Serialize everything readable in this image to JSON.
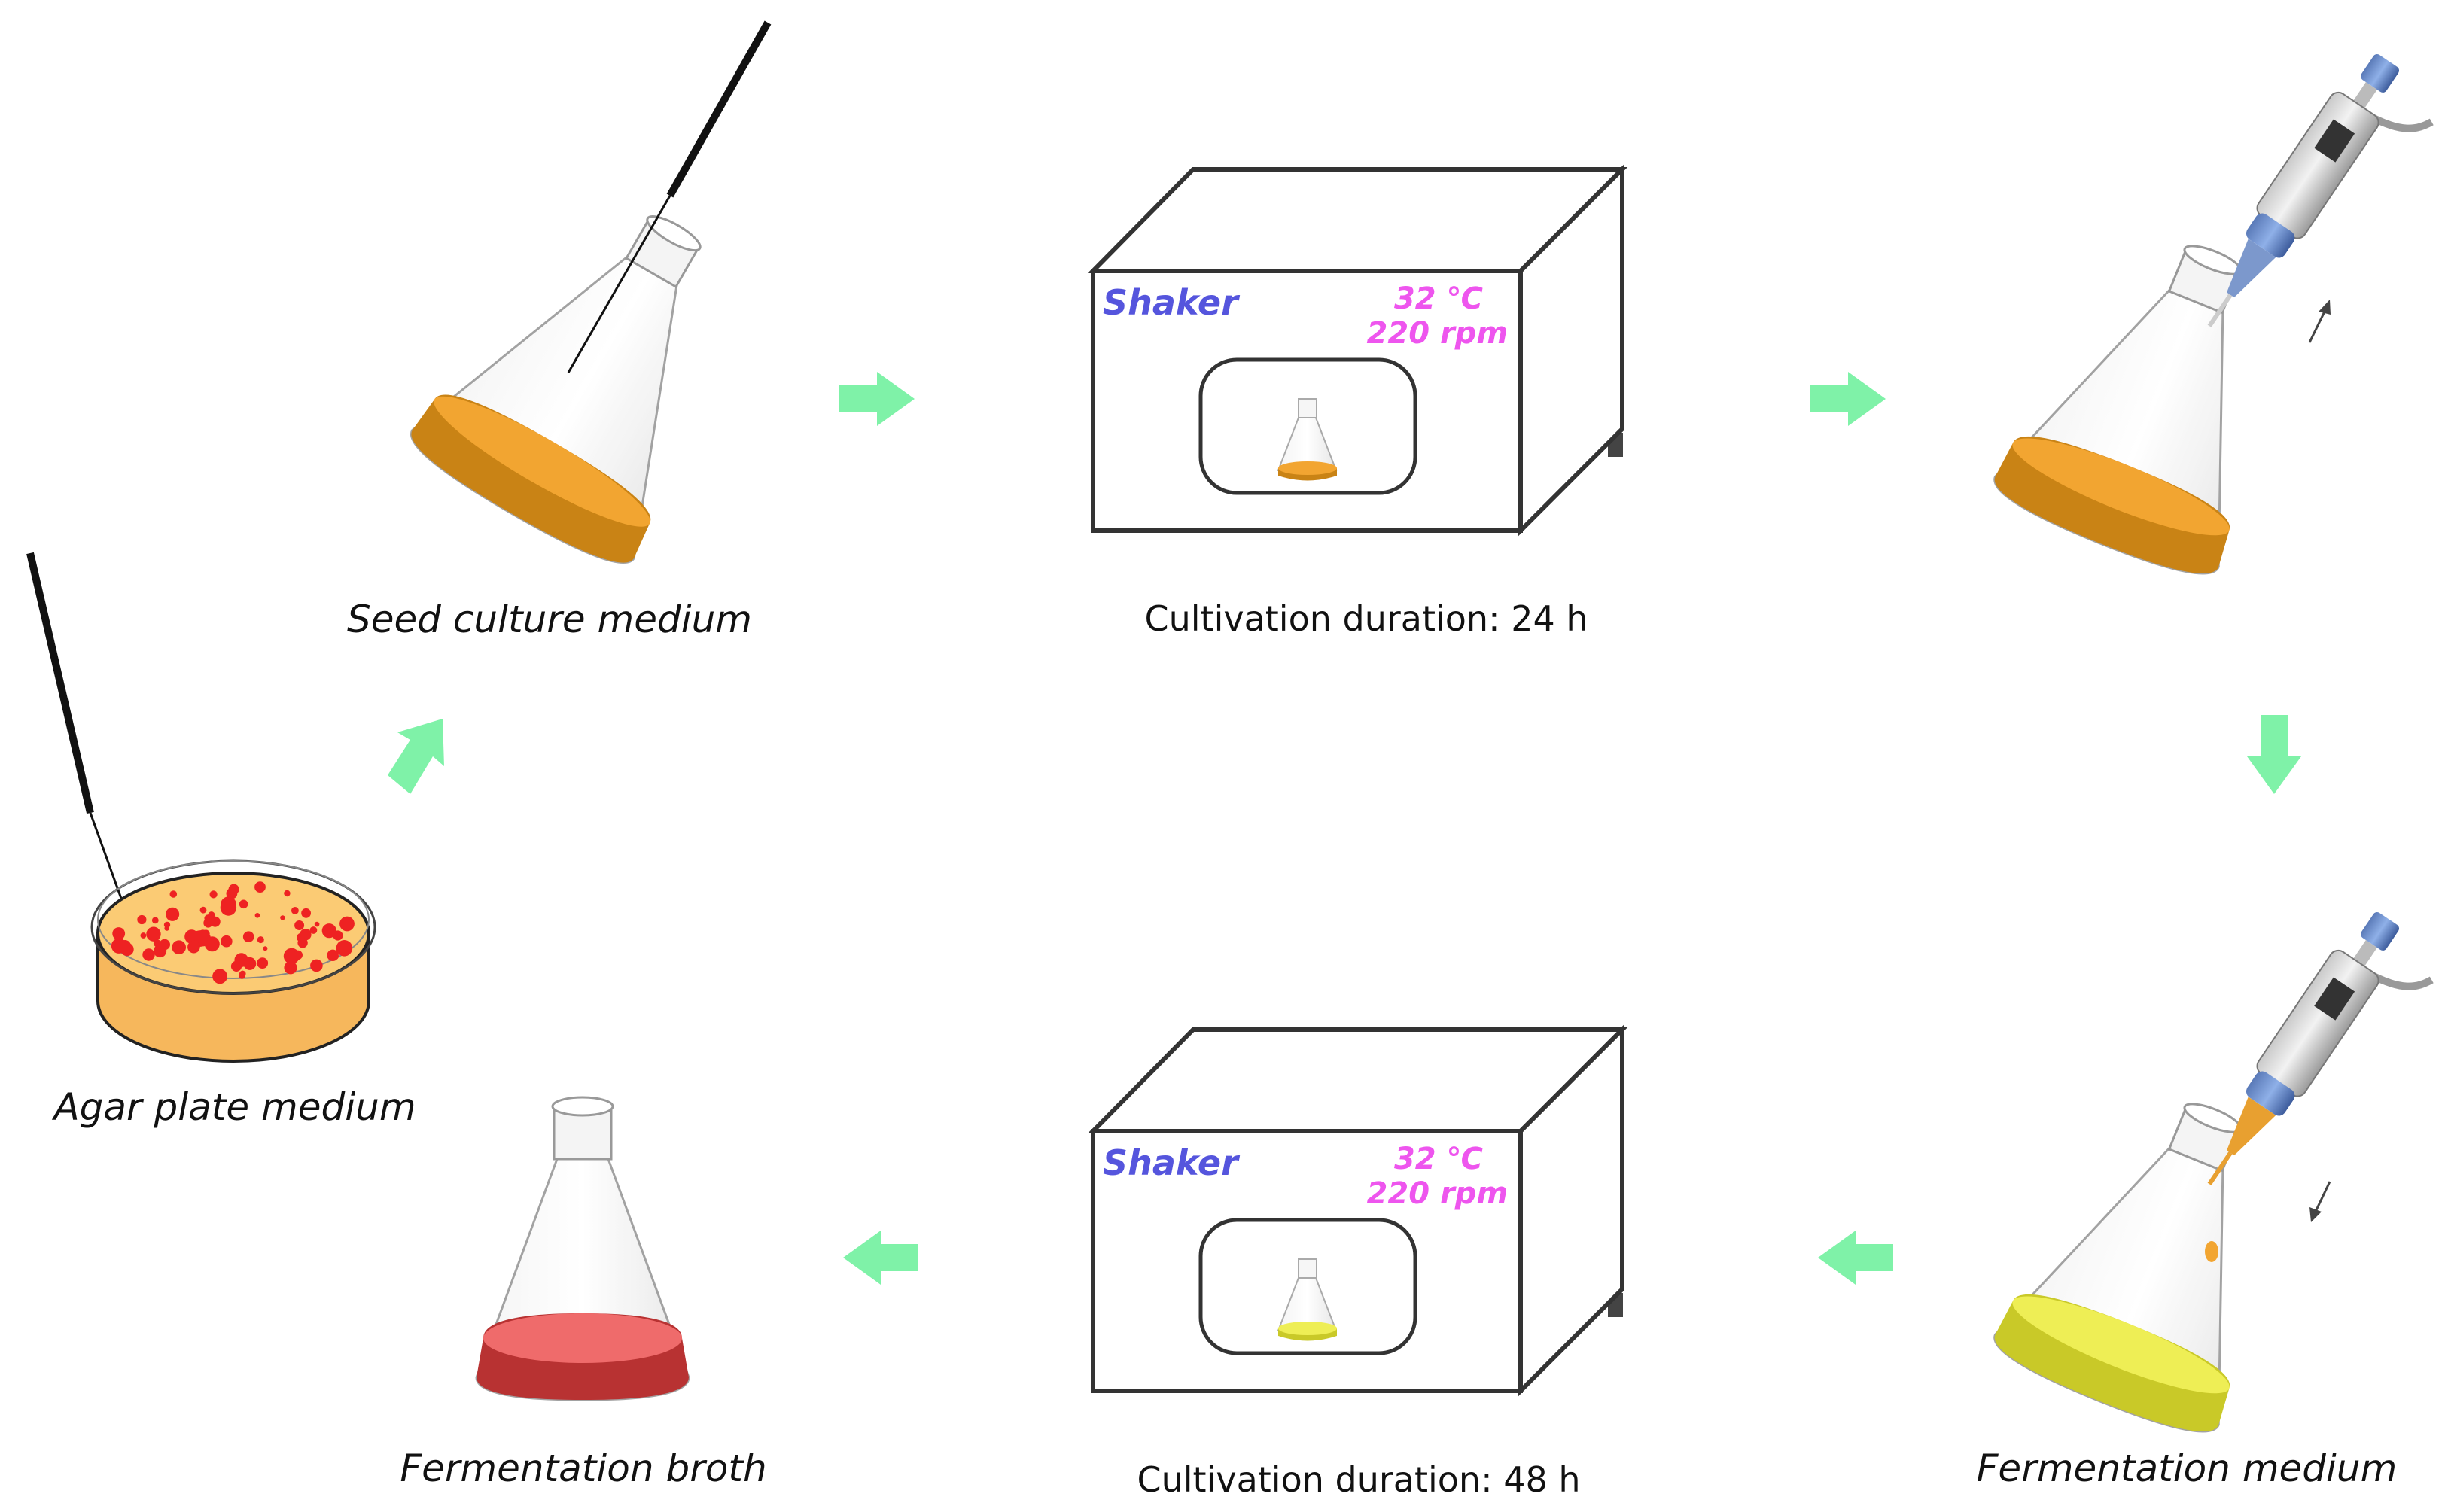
{
  "colors": {
    "arrow": "#7ff2a8",
    "shaker_name": "#5555dd",
    "shaker_conditions": "#ee55ee",
    "seed_medium": "#f2a531",
    "fermentation_medium": "#eeee55",
    "fermentation_broth": "#dd4646",
    "agar": "#fbcb74",
    "colonies": "#ee2222"
  },
  "labels": {
    "agar_plate": "Agar plate medium",
    "seed_culture": "Seed culture medium",
    "fermentation_medium": "Fermentation medium",
    "fermentation_broth": "Fermentation broth"
  },
  "shaker_top": {
    "name": "Shaker",
    "temperature": "32 ℃",
    "speed": "220 rpm",
    "duration": "Cultivation duration: 24 h"
  },
  "shaker_bottom": {
    "name": "Shaker",
    "temperature": "32 ℃",
    "speed": "220 rpm",
    "duration": "Cultivation duration: 48 h"
  },
  "icons": [
    "petri-dish-icon",
    "inoculating-needle-icon",
    "erlenmeyer-flask-icon",
    "shaker-incubator-icon",
    "pipette-icon",
    "flow-arrow-icon"
  ]
}
